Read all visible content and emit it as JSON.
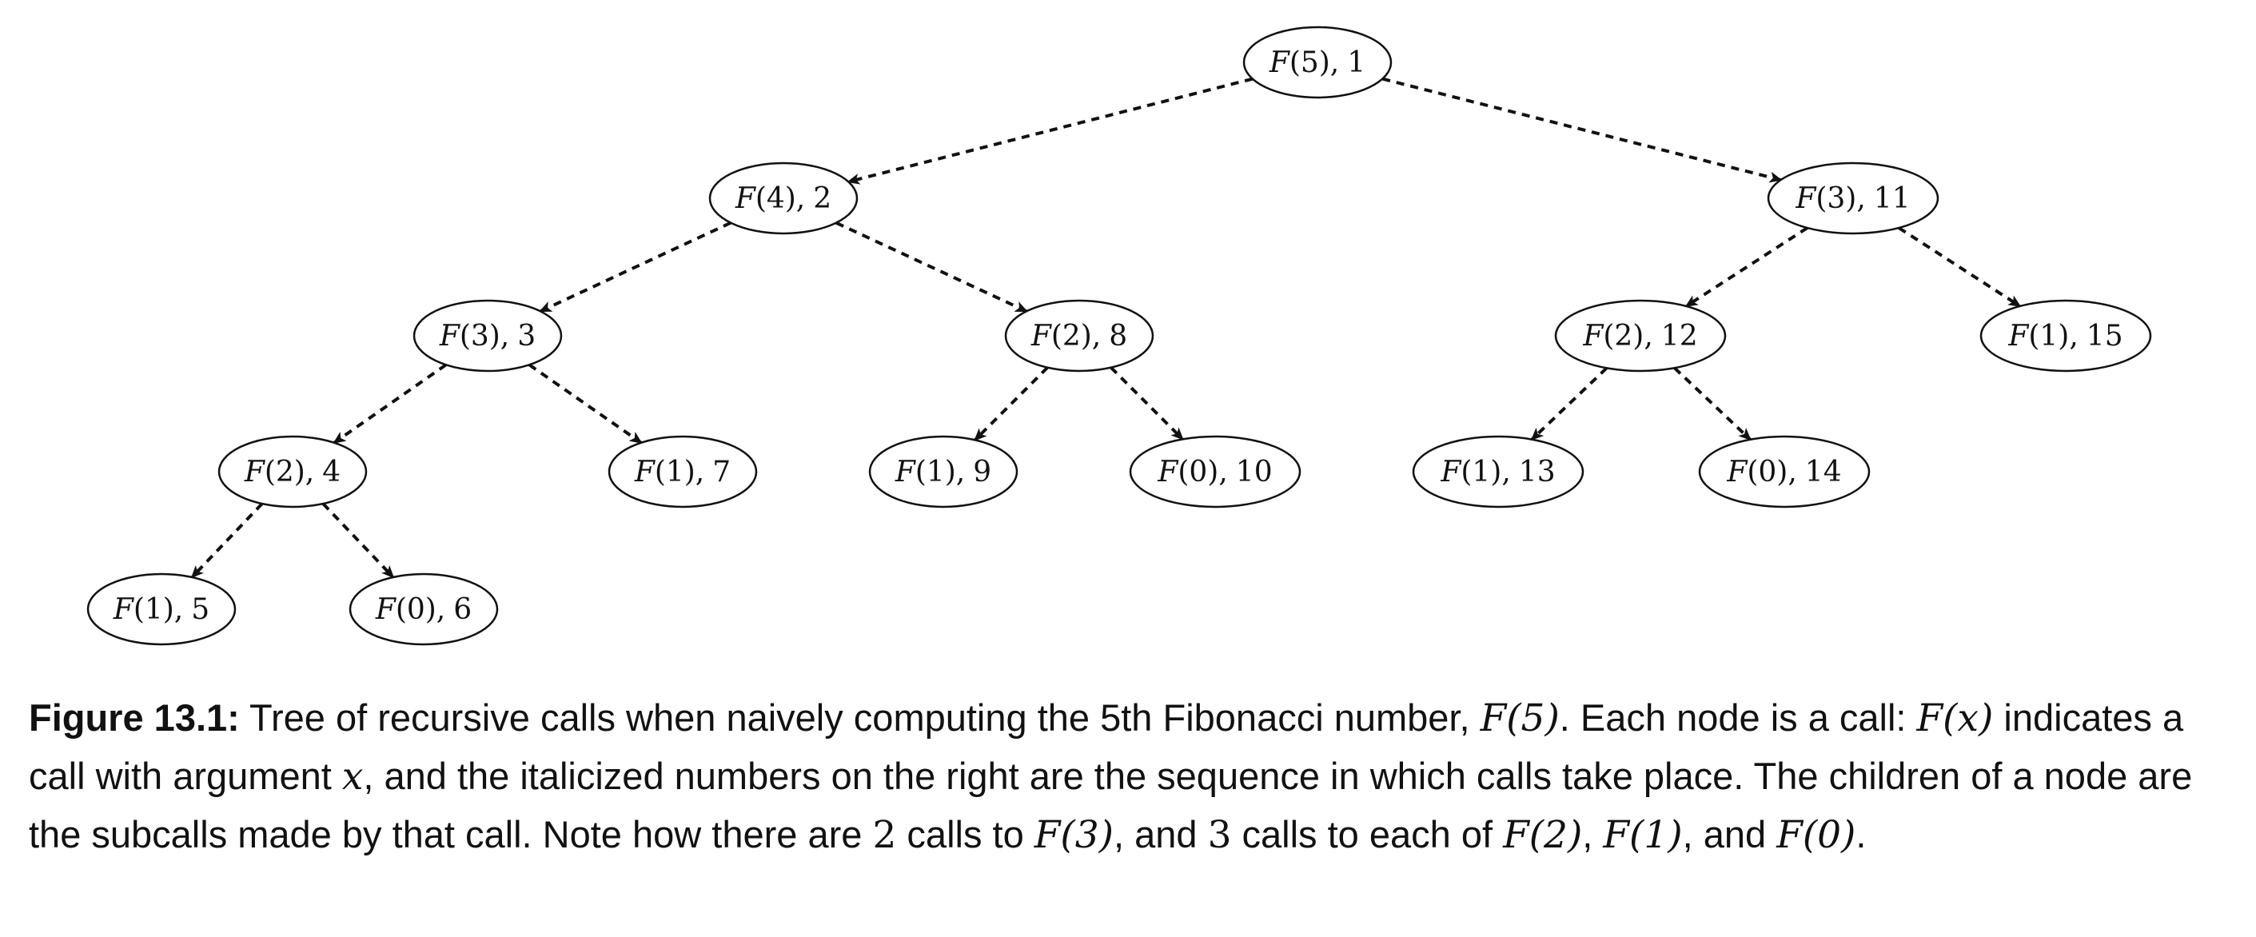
{
  "figure": {
    "nodes": [
      {
        "id": "n1",
        "fn": "F",
        "arg": "5",
        "order": "1"
      },
      {
        "id": "n2",
        "fn": "F",
        "arg": "4",
        "order": "2"
      },
      {
        "id": "n3",
        "fn": "F",
        "arg": "3",
        "order": "3"
      },
      {
        "id": "n4",
        "fn": "F",
        "arg": "2",
        "order": "4"
      },
      {
        "id": "n5",
        "fn": "F",
        "arg": "1",
        "order": "5"
      },
      {
        "id": "n6",
        "fn": "F",
        "arg": "0",
        "order": "6"
      },
      {
        "id": "n7",
        "fn": "F",
        "arg": "1",
        "order": "7"
      },
      {
        "id": "n8",
        "fn": "F",
        "arg": "2",
        "order": "8"
      },
      {
        "id": "n9",
        "fn": "F",
        "arg": "1",
        "order": "9"
      },
      {
        "id": "n10",
        "fn": "F",
        "arg": "0",
        "order": "10"
      },
      {
        "id": "n11",
        "fn": "F",
        "arg": "3",
        "order": "11"
      },
      {
        "id": "n12",
        "fn": "F",
        "arg": "2",
        "order": "12"
      },
      {
        "id": "n13",
        "fn": "F",
        "arg": "1",
        "order": "13"
      },
      {
        "id": "n14",
        "fn": "F",
        "arg": "0",
        "order": "14"
      },
      {
        "id": "n15",
        "fn": "F",
        "arg": "1",
        "order": "15"
      }
    ],
    "edges": [
      [
        "n1",
        "n2"
      ],
      [
        "n1",
        "n11"
      ],
      [
        "n2",
        "n3"
      ],
      [
        "n2",
        "n8"
      ],
      [
        "n3",
        "n4"
      ],
      [
        "n3",
        "n7"
      ],
      [
        "n4",
        "n5"
      ],
      [
        "n4",
        "n6"
      ],
      [
        "n8",
        "n9"
      ],
      [
        "n8",
        "n10"
      ],
      [
        "n11",
        "n12"
      ],
      [
        "n11",
        "n15"
      ],
      [
        "n12",
        "n13"
      ],
      [
        "n12",
        "n14"
      ]
    ],
    "caption": {
      "lead": "Figure 13.1:",
      "t1": " Tree of recursive calls when naively computing the 5th Fibonacci number, ",
      "m1": "F(5)",
      "t2": ". Each node is a call: ",
      "m2": "F(x)",
      "t3": " indicates a call with argument ",
      "m3": "x",
      "t4": ", and the italicized numbers on the right are the sequence in which calls take place. The children of a node are the subcalls made by that call. Note how there are ",
      "m4": "2",
      "t5": " calls to ",
      "m5": "F(3)",
      "t6": ", and ",
      "m6": "3",
      "t7": " calls to each of ",
      "m7": "F(2)",
      "t8": ", ",
      "m8": "F(1)",
      "t9": ", and ",
      "m9": "F(0)",
      "t10": "."
    }
  }
}
